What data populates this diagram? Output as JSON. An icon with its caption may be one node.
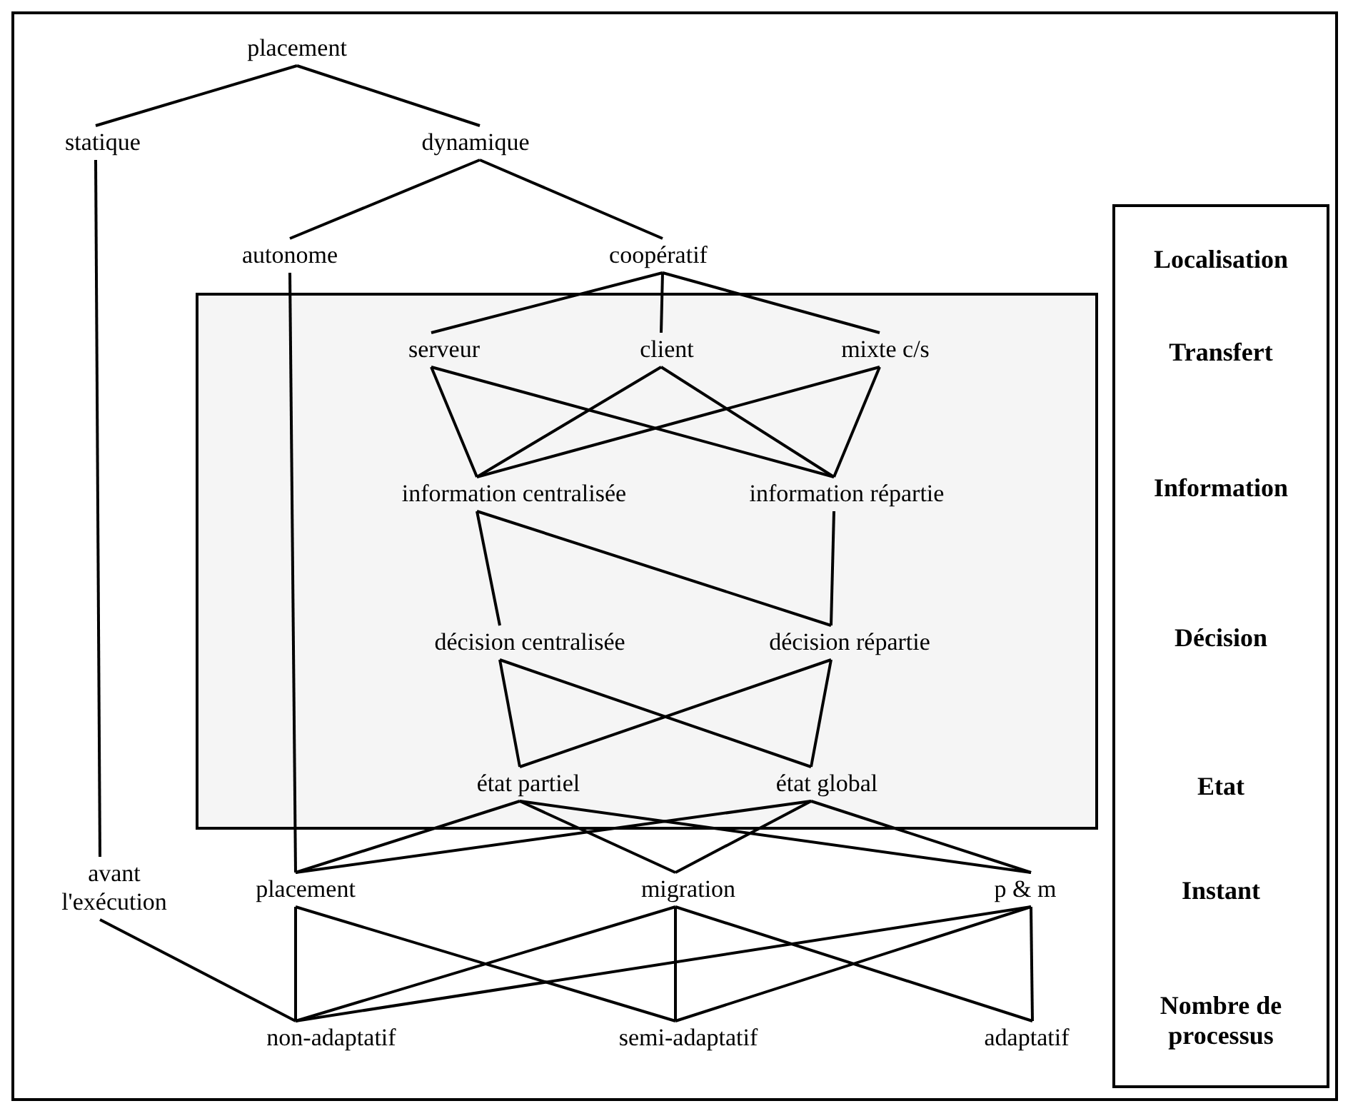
{
  "diagram": {
    "nodes": [
      {
        "text": [
          "placement"
        ]
      },
      {
        "text": [
          "statique"
        ]
      },
      {
        "text": [
          "dynamique"
        ]
      },
      {
        "text": [
          "autonome"
        ]
      },
      {
        "text": [
          "coopératif"
        ]
      },
      {
        "text": [],
        "shape": "box"
      },
      {
        "text": [
          "serveur"
        ],
        "in": 5
      },
      {
        "text": [
          "client"
        ],
        "in": 5
      },
      {
        "text": [
          "mixte c/s"
        ],
        "in": 5
      },
      {
        "text": [
          "information centralisée"
        ],
        "in": 5
      },
      {
        "text": [
          "information répartie"
        ],
        "in": 5
      },
      {
        "text": [
          "décision centralisée"
        ],
        "in": 5
      },
      {
        "text": [
          "décision répartie"
        ],
        "in": 5
      },
      {
        "text": [
          "état partiel"
        ],
        "in": 5
      },
      {
        "text": [
          "état global"
        ],
        "in": 5
      },
      {
        "text": [
          "avant l'exécution"
        ]
      },
      {
        "text": [
          "placement"
        ]
      },
      {
        "text": [
          "migration"
        ]
      },
      {
        "text": [
          "p & m"
        ]
      },
      {
        "text": [
          "non-adaptatif"
        ]
      },
      {
        "text": [
          "semi-adaptatif"
        ]
      },
      {
        "text": [
          "adaptatif"
        ]
      },
      {
        "text": [
          "Localisation",
          "Transfert",
          "Information",
          "Décision",
          "Etat",
          "Instant",
          "Nombre de processus"
        ]
      }
    ],
    "edges": [
      {
        "from": 0,
        "to": 1,
        "arrow": "none"
      },
      {
        "from": 0,
        "to": 2,
        "arrow": "none"
      },
      {
        "from": 2,
        "to": 3,
        "arrow": "none"
      },
      {
        "from": 2,
        "to": 4,
        "arrow": "none"
      },
      {
        "from": 1,
        "to": 15,
        "arrow": "none"
      },
      {
        "from": 3,
        "to": 16,
        "arrow": "none"
      },
      {
        "from": 4,
        "to": 6,
        "arrow": "none"
      },
      {
        "from": 4,
        "to": 7,
        "arrow": "none"
      },
      {
        "from": 4,
        "to": 8,
        "arrow": "none"
      },
      {
        "from": 6,
        "to": 9,
        "arrow": "none"
      },
      {
        "from": 6,
        "to": 10,
        "arrow": "none"
      },
      {
        "from": 7,
        "to": 9,
        "arrow": "none"
      },
      {
        "from": 7,
        "to": 10,
        "arrow": "none"
      },
      {
        "from": 8,
        "to": 9,
        "arrow": "none"
      },
      {
        "from": 8,
        "to": 10,
        "arrow": "none"
      },
      {
        "from": 9,
        "to": 11,
        "arrow": "none"
      },
      {
        "from": 9,
        "to": 12,
        "arrow": "none"
      },
      {
        "from": 10,
        "to": 12,
        "arrow": "none"
      },
      {
        "from": 11,
        "to": 13,
        "arrow": "none"
      },
      {
        "from": 11,
        "to": 14,
        "arrow": "none"
      },
      {
        "from": 12,
        "to": 13,
        "arrow": "none"
      },
      {
        "from": 12,
        "to": 14,
        "arrow": "none"
      },
      {
        "from": 13,
        "to": 16,
        "arrow": "none"
      },
      {
        "from": 13,
        "to": 17,
        "arrow": "none"
      },
      {
        "from": 13,
        "to": 18,
        "arrow": "none"
      },
      {
        "from": 14,
        "to": 16,
        "arrow": "none"
      },
      {
        "from": 14,
        "to": 17,
        "arrow": "none"
      },
      {
        "from": 14,
        "to": 18,
        "arrow": "none"
      },
      {
        "from": 15,
        "to": 19,
        "arrow": "none"
      },
      {
        "from": 16,
        "to": 19,
        "arrow": "none"
      },
      {
        "from": 16,
        "to": 20,
        "arrow": "none"
      },
      {
        "from": 17,
        "to": 19,
        "arrow": "none"
      },
      {
        "from": 17,
        "to": 20,
        "arrow": "none"
      },
      {
        "from": 17,
        "to": 21,
        "arrow": "none"
      },
      {
        "from": 18,
        "to": 19,
        "arrow": "none"
      },
      {
        "from": 18,
        "to": 20,
        "arrow": "none"
      },
      {
        "from": 18,
        "to": 21,
        "arrow": "none"
      }
    ]
  }
}
